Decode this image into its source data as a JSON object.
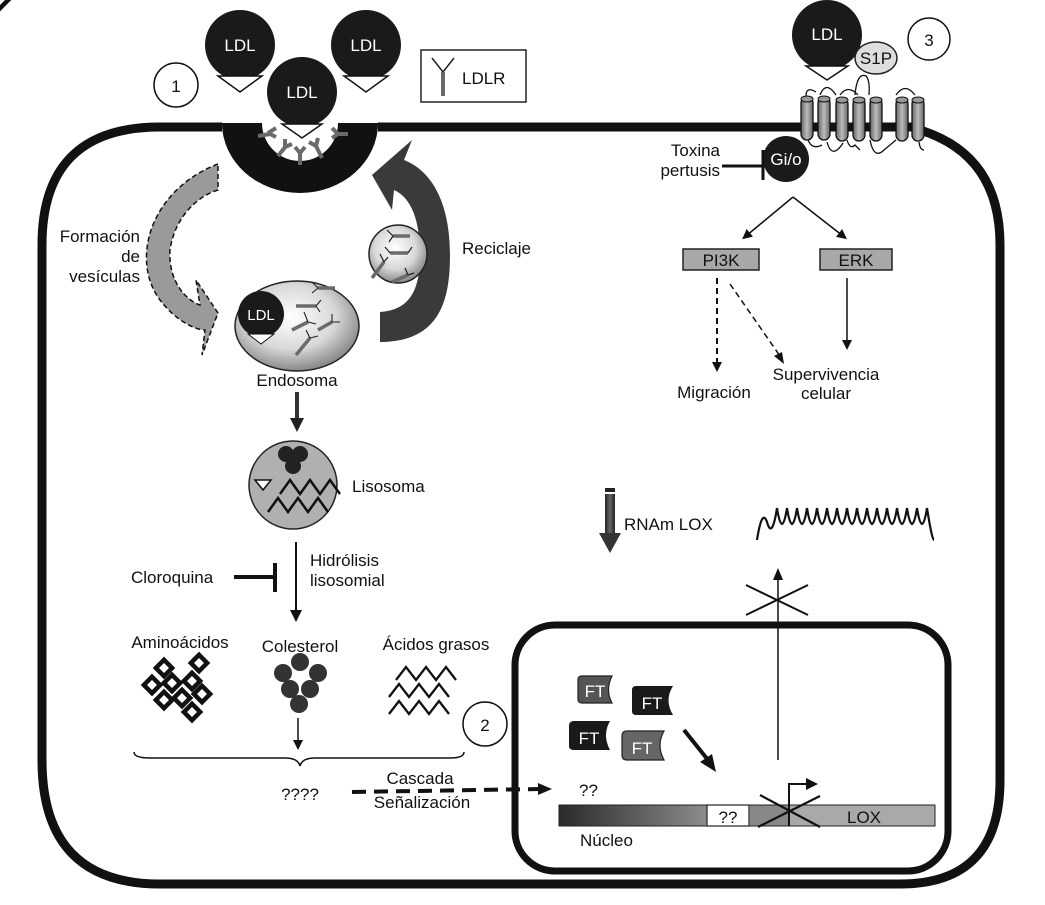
{
  "diagram": {
    "title": "",
    "markers": [
      "1",
      "2",
      "3"
    ],
    "legend": {
      "icon": "ldlr-receptor-icon",
      "label": "LDLR"
    },
    "ldl_particle_label": "LDL",
    "pathway_1": {
      "vesicle_formation": [
        "Formación",
        "de",
        "vesículas"
      ],
      "recycling": "Reciclaje",
      "endosome": "Endosoma",
      "lysosome": "Lisosoma",
      "hydrolysis": [
        "Hidrólisis",
        "lisosomial"
      ],
      "inhibitor": "Cloroquina",
      "products": [
        {
          "label": "Aminoácidos",
          "icon": "amino-acid-icon"
        },
        {
          "label": "Colesterol",
          "icon": "cholesterol-icon"
        },
        {
          "label": "Ácidos grasos",
          "icon": "fatty-acid-icon"
        }
      ],
      "unknown": "????",
      "signaling": [
        "Cascada",
        "Señalización"
      ]
    },
    "pathway_3": {
      "ligand": "S1P",
      "g_protein": "Gi/o",
      "inhibitor": [
        "Toxina",
        "pertusis"
      ],
      "kinases": [
        "PI3K",
        "ERK"
      ],
      "outcomes": {
        "migration": "Migración",
        "survival": [
          "Supervivencia",
          "celular"
        ]
      }
    },
    "nucleus": {
      "label": "Núcleo",
      "transcription_factors": [
        "FT",
        "FT",
        "FT",
        "FT"
      ],
      "unknown_factor": "??",
      "promoter_unknown": "??",
      "gene": "LOX",
      "mrna_label": "RNAm LOX"
    },
    "colors": {
      "membrane": "#111111",
      "receptor": "#6a6a6a",
      "kinase_box": "#a8a8a8",
      "gene_bar": "#a9a9a9",
      "lysosome": "#b0b0b0"
    }
  }
}
